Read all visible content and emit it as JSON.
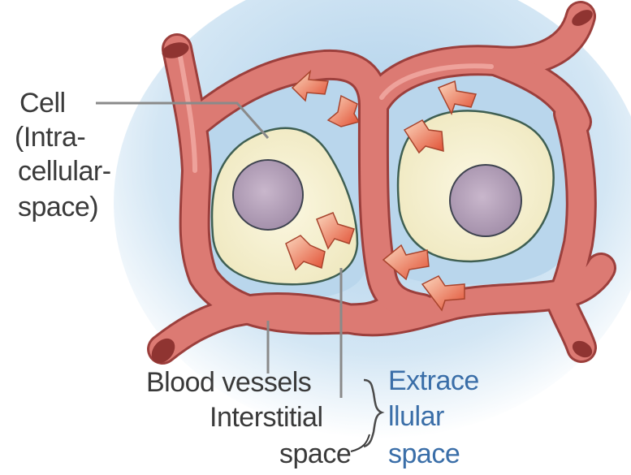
{
  "labels": {
    "cell_line1": "Cell",
    "cell_line2": "(Intra-",
    "cell_line3": "cellular-",
    "cell_line4": "space)",
    "blood_vessels": "Blood vessels",
    "interstitial_line1": "Interstitial",
    "interstitial_line2": "space",
    "extracellular_line1": "Extrace",
    "extracellular_line2": "llular",
    "extracellular_line3": "space"
  },
  "colors": {
    "background_glow": "#cfe3f3",
    "vessel_fill": "#dc7a73",
    "vessel_edge": "#9c3f3c",
    "interstitial_fill": "#b9d6ec",
    "cell_fill": "#f6f1cf",
    "cell_edge": "#3f5f52",
    "nucleus_fill": "#b6a2bb",
    "arrow_fill": "#e8583c",
    "arrow_light": "#f7c1a3",
    "text_dark": "#3a3a3a",
    "text_blue": "#3a6ea8"
  }
}
